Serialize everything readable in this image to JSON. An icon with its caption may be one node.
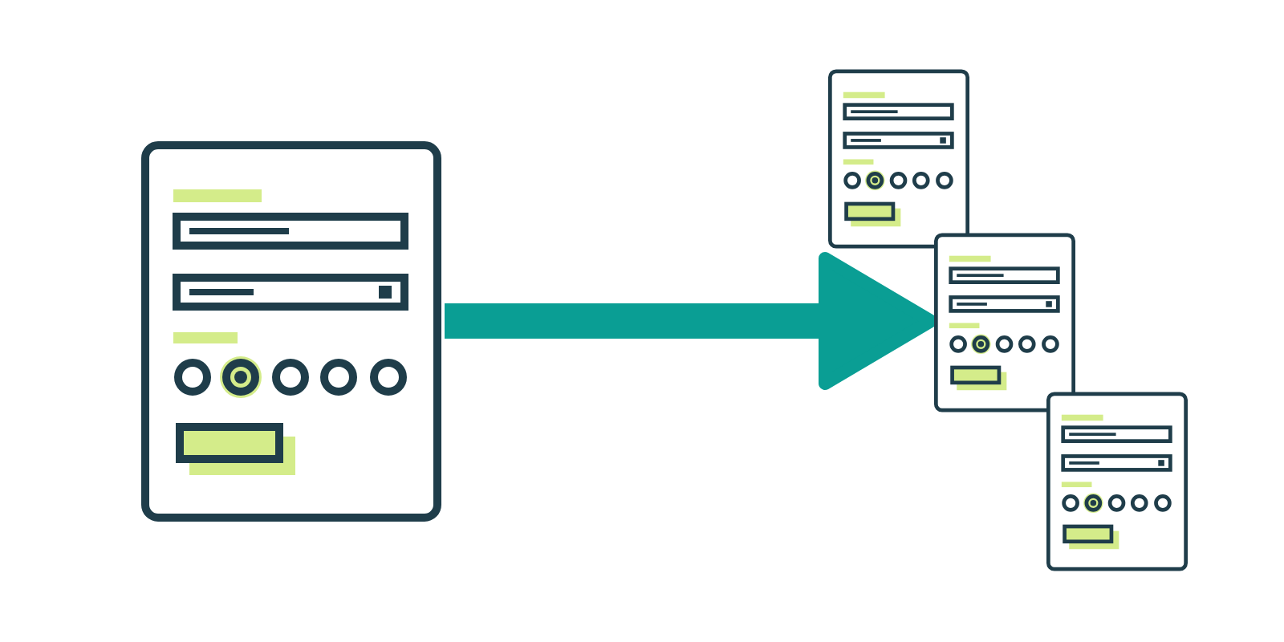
{
  "diagram": {
    "nodes": [
      {
        "text": [],
        "shape": "picture"
      },
      {
        "text": [],
        "shape": "picture"
      },
      {
        "text": [],
        "shape": "picture"
      },
      {
        "text": [],
        "shape": "picture"
      }
    ],
    "edges": [
      {
        "from": 0,
        "to": 2,
        "arrow": "to"
      }
    ]
  }
}
